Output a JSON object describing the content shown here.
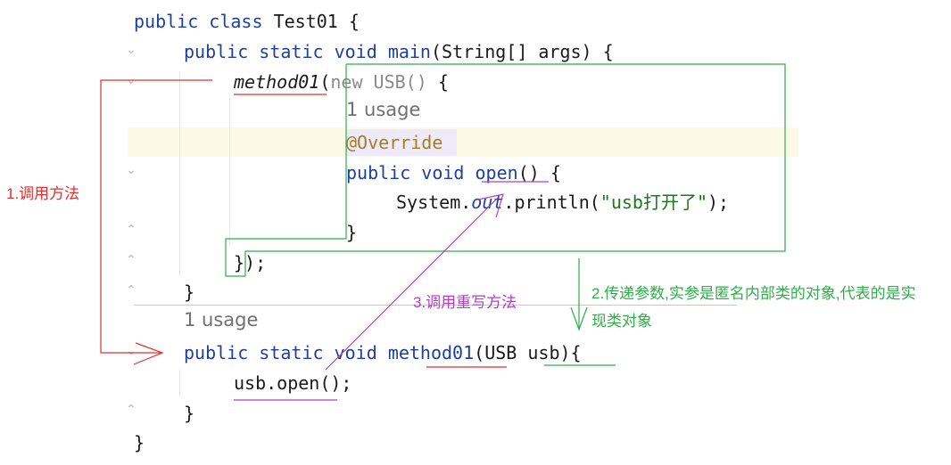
{
  "code": {
    "line1": {
      "kw1": "public",
      "kw2": "class",
      "name": "Test01",
      "brace": "{"
    },
    "line2": {
      "kw1": "public",
      "kw2": "static",
      "kw3": "void",
      "name": "main",
      "params": "(String[] args)",
      "brace": "{"
    },
    "line3": {
      "call": "method01",
      "paren": "(",
      "new_kw": "new",
      "cls": "USB()",
      "brace": "{"
    },
    "line4_hint": "1 usage",
    "line5": {
      "annotation": "@Override"
    },
    "line6": {
      "kw1": "public",
      "kw2": "void",
      "name": "open",
      "rest": "()",
      "brace": "{"
    },
    "line7": {
      "system": "System.",
      "out": "out",
      "println": ".println(",
      "str": "\"usb打开了\"",
      "end": ");"
    },
    "line8": {
      "brace": "}"
    },
    "line9": {
      "brace": "}",
      "end": ");"
    },
    "line10": {
      "brace": "}"
    },
    "line11_hint": "1 usage",
    "line12": {
      "kw1": "public",
      "kw2": "static",
      "kw3": "void",
      "name": "method01",
      "params_open": "(",
      "param_type": "USB",
      "param_name": "usb",
      "params_close": "){"
    },
    "line13": {
      "stmt": "usb.open();"
    },
    "line14": {
      "brace": "}"
    },
    "line15": {
      "brace": "}"
    }
  },
  "annotations": {
    "label1": "1.调用方法",
    "label2_line1": "2.传递参数,实参是匿名内部类的对象,代表的是实",
    "label2_line2": "现类对象",
    "label3": "3.调用重写方法"
  },
  "colors": {
    "red": "#e03030",
    "green": "#2fae4a",
    "purple": "#b040c0",
    "keyword": "#1f3fa0",
    "string": "#1a7a1a"
  }
}
